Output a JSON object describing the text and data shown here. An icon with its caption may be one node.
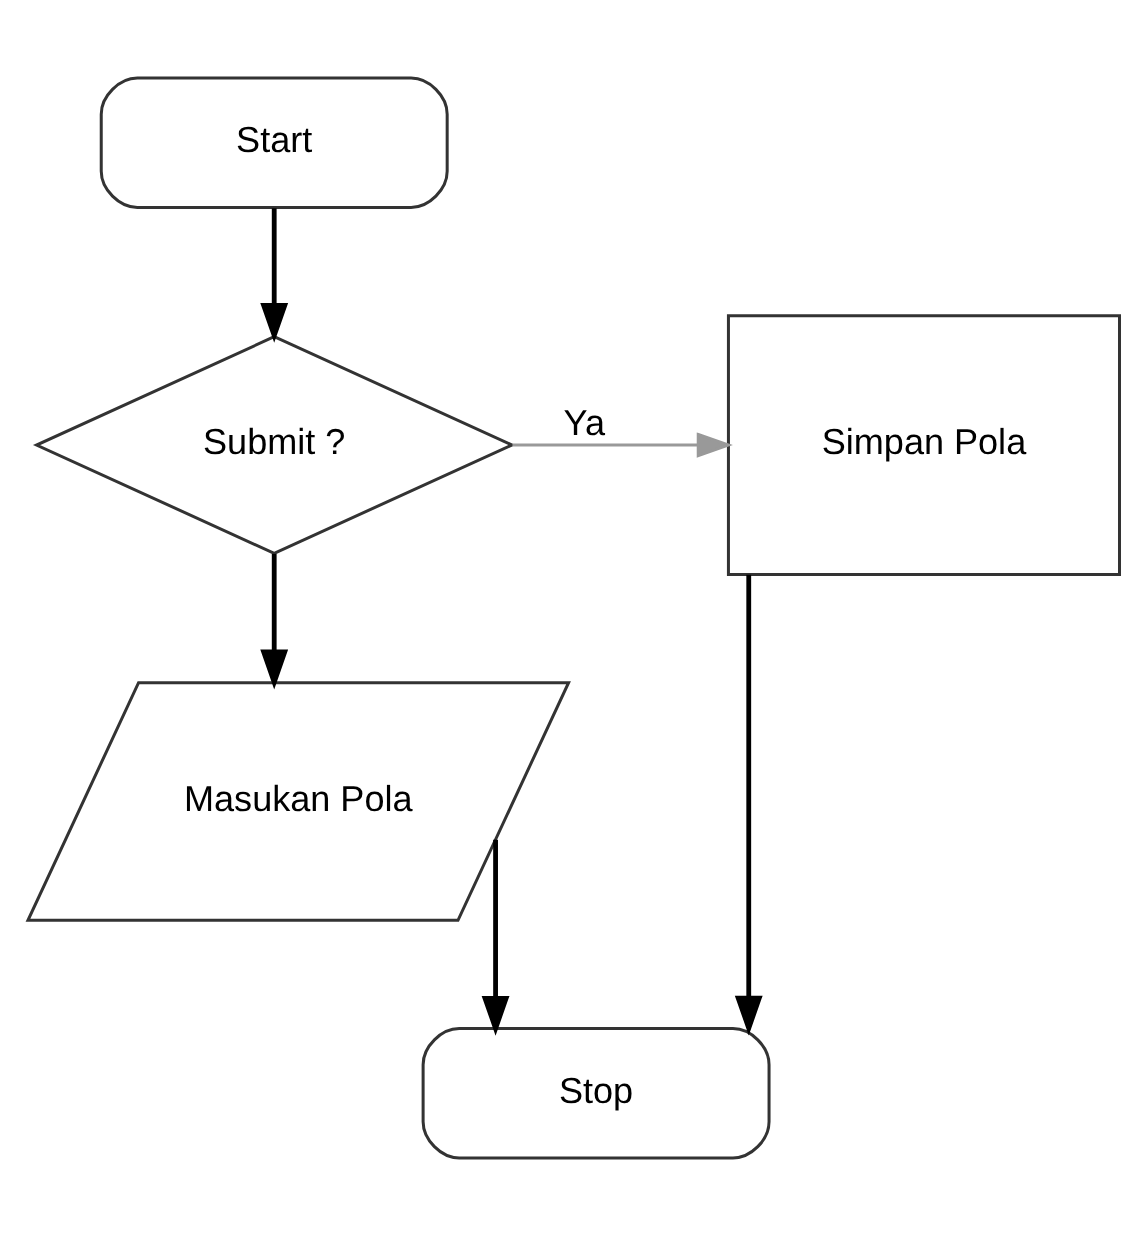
{
  "diagram": {
    "nodes": [
      {
        "text": [
          "Start"
        ]
      },
      {
        "text": [
          "Submit ?"
        ]
      },
      {
        "text": [
          "Simpan Pola"
        ]
      },
      {
        "text": [
          "Masukan Pola"
        ]
      },
      {
        "text": [
          "Stop"
        ]
      }
    ],
    "edges": [
      {
        "from": 0,
        "to": 1,
        "arrow": "to"
      },
      {
        "from": 1,
        "to": 2,
        "arrow": "to",
        "label": "Ya",
        "color": "#999999"
      },
      {
        "from": 1,
        "to": 3,
        "arrow": "to"
      },
      {
        "from": 3,
        "to": 4,
        "arrow": "to"
      },
      {
        "from": 2,
        "to": 4,
        "arrow": "to"
      }
    ]
  }
}
